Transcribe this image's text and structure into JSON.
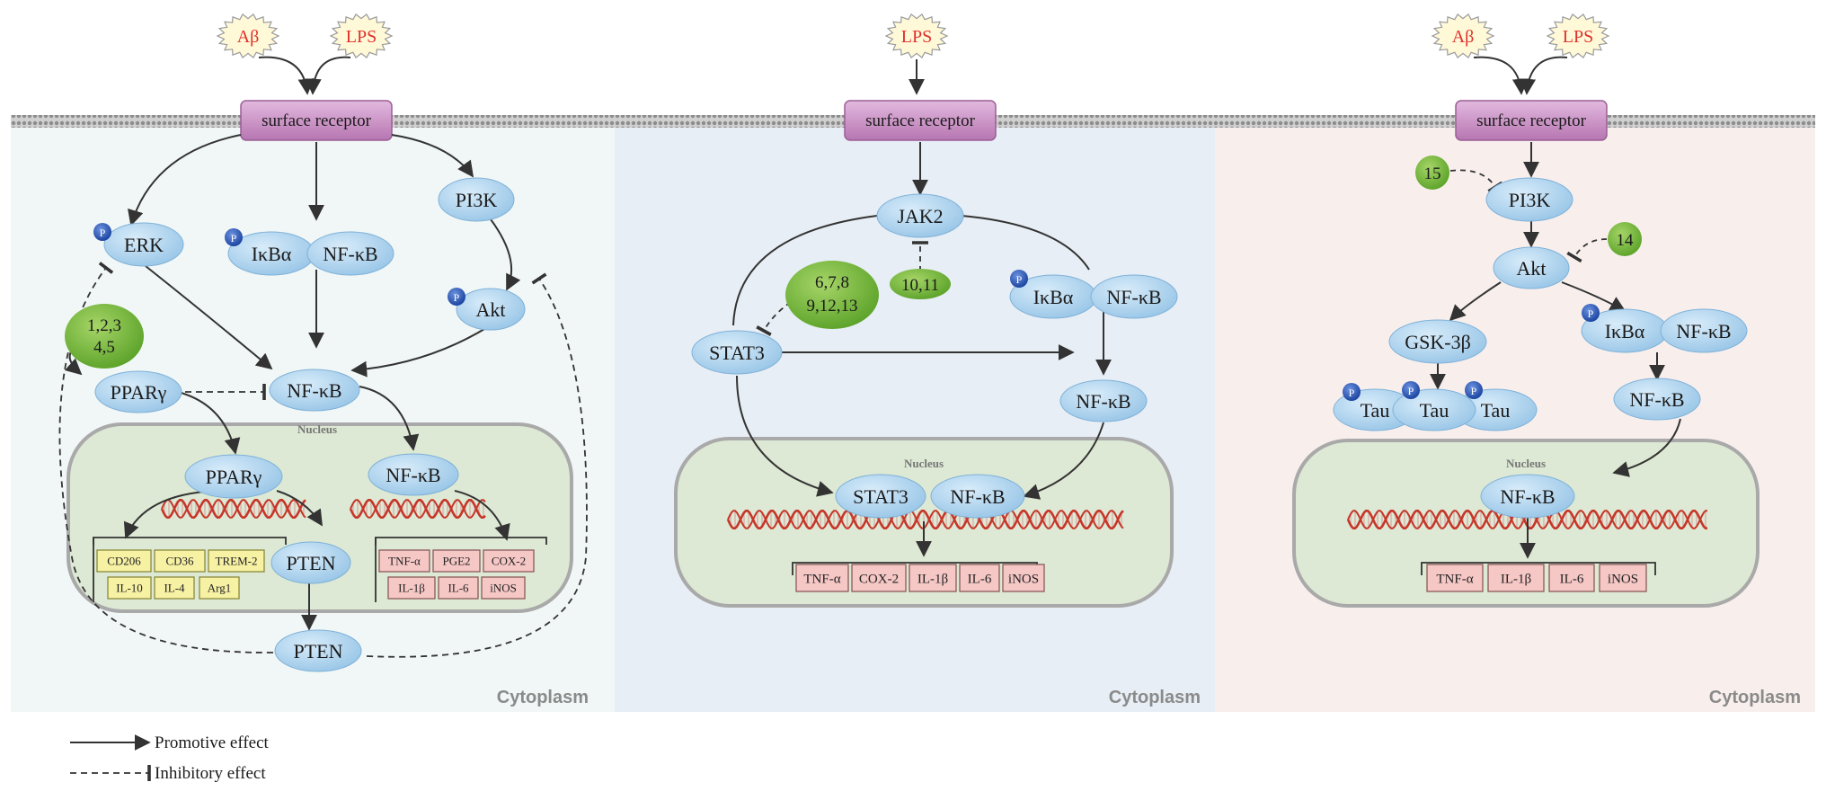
{
  "colors": {
    "panel1_bg": "#f1f7f6",
    "panel2_bg": "#e7eef5",
    "panel3_bg": "#f8efed",
    "receptor": "#c98fc4",
    "node": "#9fcbe9",
    "green": "#6cae2f",
    "dna_red": "#c6362a",
    "yellow_box": "#f7f1a4",
    "pink_box": "#f5c7c5",
    "nucleus": "#dde9d4",
    "phospho": "#2a5bb8",
    "stim_red": "#e0312d"
  },
  "stimuli": {
    "abeta": "Aβ",
    "lps": "LPS"
  },
  "receptor_label": "surface receptor",
  "nucleus_label": "Nucleus",
  "cytoplasm_label": "Cytoplasm",
  "phospho_label": "P",
  "panel1": {
    "erk": "ERK",
    "ikba": "IκBα",
    "nfkb_cyt": "NF-κB",
    "pi3k": "PI3K",
    "akt": "Akt",
    "nfkb": "NF-κB",
    "green_drugs_line1": "1,2,3",
    "green_drugs_line2": "4,5",
    "ppary": "PPARγ",
    "ppary_nuc": "PPARγ",
    "nfkb_nuc": "NF-κB",
    "pten_nuc": "PTEN",
    "pten_cyt": "PTEN",
    "m2_genes": [
      "CD206",
      "CD36",
      "TREM-2",
      "IL-10",
      "IL-4",
      "Arg1"
    ],
    "m1_genes": [
      "TNF-α",
      "PGE2",
      "COX-2",
      "IL-1β",
      "IL-6",
      "iNOS"
    ]
  },
  "panel2": {
    "jak2": "JAK2",
    "green_a": "10,11",
    "green_b_line1": "6,7,8",
    "green_b_line2": "9,12,13",
    "stat3": "STAT3",
    "ikba": "IκBα",
    "nfkb_cyt": "NF-κB",
    "nfkb": "NF-κB",
    "stat3_nuc": "STAT3",
    "nfkb_nuc": "NF-κB",
    "genes": [
      "TNF-α",
      "COX-2",
      "IL-1β",
      "IL-6",
      "iNOS"
    ]
  },
  "panel3": {
    "green_15": "15",
    "pi3k": "PI3K",
    "green_14": "14",
    "akt": "Akt",
    "gsk": "GSK-3β",
    "ikba": "IκBα",
    "nfkb_cyt": "NF-κB",
    "tau": "Tau",
    "nfkb": "NF-κB",
    "nfkb_nuc": "NF-κB",
    "genes": [
      "TNF-α",
      "IL-1β",
      "IL-6",
      "iNOS"
    ]
  },
  "legend": {
    "promotive": "Promotive effect",
    "inhibitory": "Inhibitory effect"
  }
}
